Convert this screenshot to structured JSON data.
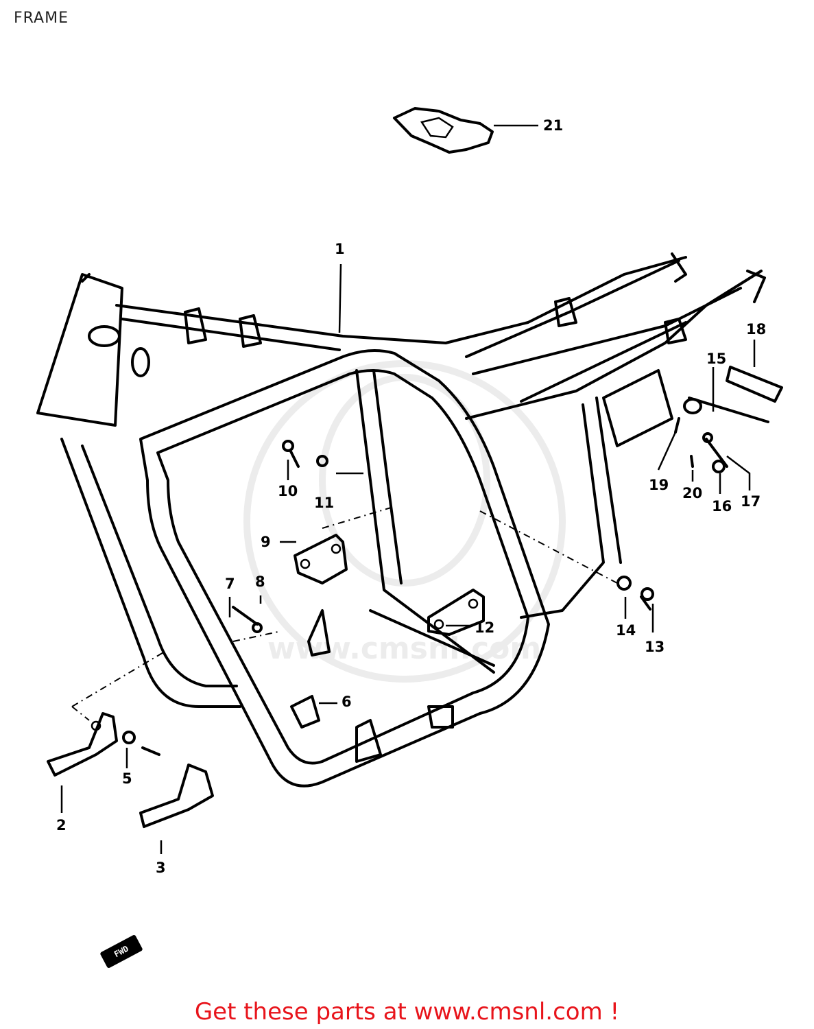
{
  "title": "FRAME",
  "footer": "Get these parts at www.cmsnl.com !",
  "watermark": "www.cmsnl.com",
  "fwd_label": "FWD",
  "callouts": [
    {
      "id": "1",
      "label": "1"
    },
    {
      "id": "2",
      "label": "2"
    },
    {
      "id": "3",
      "label": "3"
    },
    {
      "id": "5",
      "label": "5"
    },
    {
      "id": "6",
      "label": "6"
    },
    {
      "id": "7",
      "label": "7"
    },
    {
      "id": "8",
      "label": "8"
    },
    {
      "id": "9",
      "label": "9"
    },
    {
      "id": "10",
      "label": "10"
    },
    {
      "id": "11",
      "label": "11"
    },
    {
      "id": "12",
      "label": "12"
    },
    {
      "id": "13",
      "label": "13"
    },
    {
      "id": "14",
      "label": "14"
    },
    {
      "id": "15",
      "label": "15"
    },
    {
      "id": "16",
      "label": "16"
    },
    {
      "id": "17",
      "label": "17"
    },
    {
      "id": "18",
      "label": "18"
    },
    {
      "id": "19",
      "label": "19"
    },
    {
      "id": "20",
      "label": "20"
    },
    {
      "id": "21",
      "label": "21"
    }
  ],
  "colors": {
    "footer": "#e8141b",
    "line": "#000000",
    "watermark": "#ececec"
  }
}
